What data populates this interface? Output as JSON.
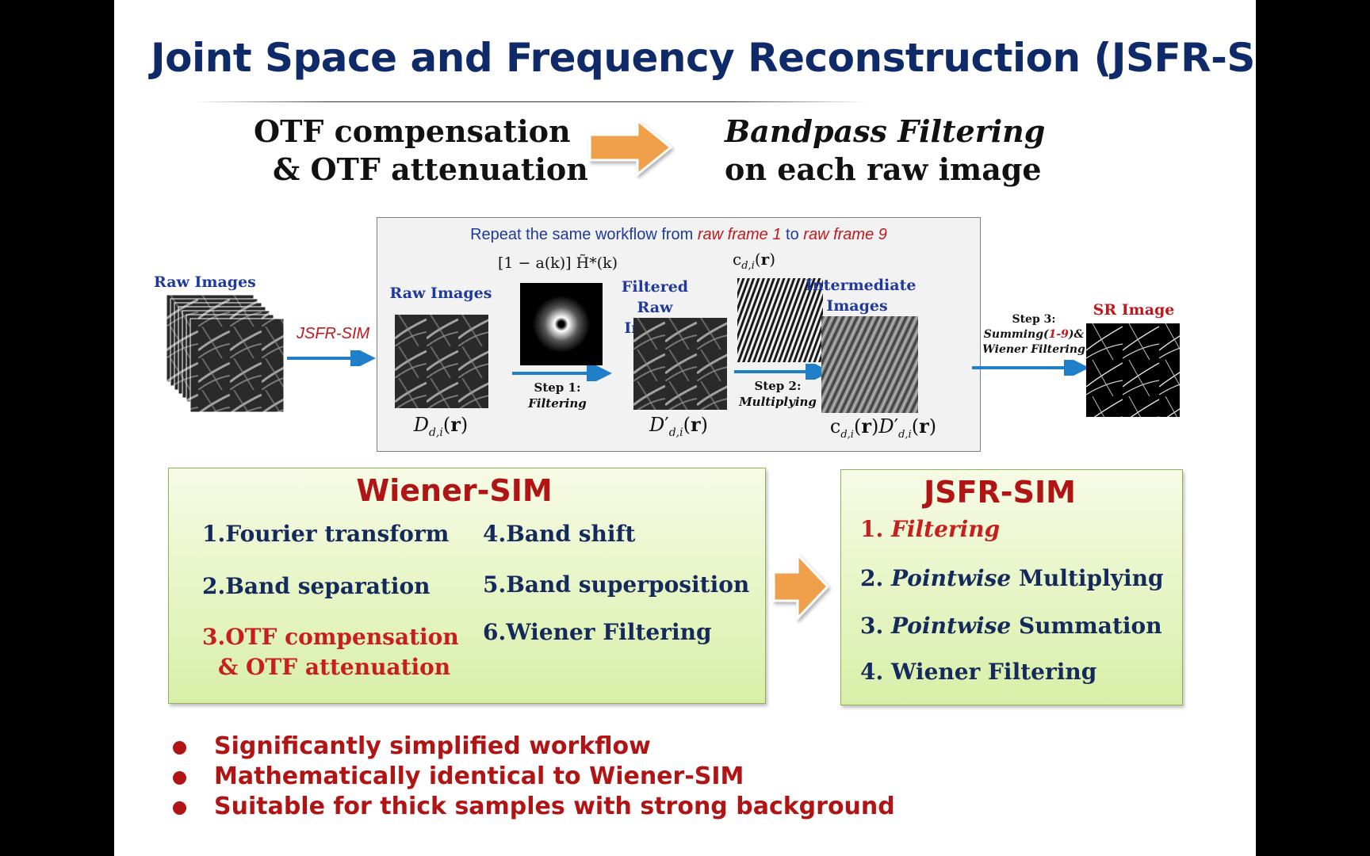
{
  "title": "Joint Space and Frequency Reconstruction (JSFR-SIM)",
  "top": {
    "left_line1": "OTF compensation",
    "left_line2": "& OTF attenuation",
    "right_line1": "Bandpass Filtering",
    "right_line2": "on each raw image"
  },
  "workflow": {
    "repeat_a": "Repeat the same workflow from ",
    "repeat_b": "raw frame 1",
    "repeat_c": " to ",
    "repeat_d": "raw frame 9",
    "raw_images_outer": "Raw Images",
    "jsfr_label": "JSFR-SIM",
    "raw_images_inner": "Raw Images",
    "filter_formula": "[1 − a(k)] H̃*(k)",
    "filtered_1": "Filtered",
    "filtered_2": "Raw Images",
    "pattern_formula": "c d,i (r)",
    "intermediate_1": "Intermediate",
    "intermediate_2": "Images",
    "step1_a": "Step 1:",
    "step1_b": "Filtering",
    "step2_a": "Step 2:",
    "step2_b": "Multiplying",
    "step3_a": "Step 3:",
    "step3_b1": "Summing(",
    "step3_b2": "1-9",
    "step3_b3": ")&",
    "step3_c": "Wiener Filtering",
    "sr_image": "SR Image",
    "d_formula": "D d,i (r)",
    "dprime_formula": "D′ d,i (r)",
    "product_formula": "c d,i (r) D′ d,i (r)"
  },
  "wiener": {
    "title": "Wiener-SIM",
    "items": [
      "1.Fourier transform",
      "2.Band separation",
      "3.OTF compensation",
      "& OTF attenuation",
      "4.Band shift",
      "5.Band superposition",
      "6.Wiener Filtering"
    ]
  },
  "jsfr": {
    "title": "JSFR-SIM",
    "i1_num": "1. ",
    "i1_text": "Filtering",
    "i2_num": "2. ",
    "i2_em": "Pointwise",
    "i2_text": " Multiplying",
    "i3_num": "3. ",
    "i3_em": "Pointwise",
    "i3_text": " Summation",
    "i4": "4. Wiener Filtering"
  },
  "bullets": [
    "Significantly simplified workflow",
    "Mathematically identical to Wiener-SIM",
    "Suitable for thick samples with strong background"
  ],
  "colors": {
    "title": "#0f2a68",
    "accent_red": "#b01414",
    "arrow_orange": "#f0a04a",
    "arrow_blue": "#1f7fc8",
    "box_green": "#d8efa8"
  }
}
